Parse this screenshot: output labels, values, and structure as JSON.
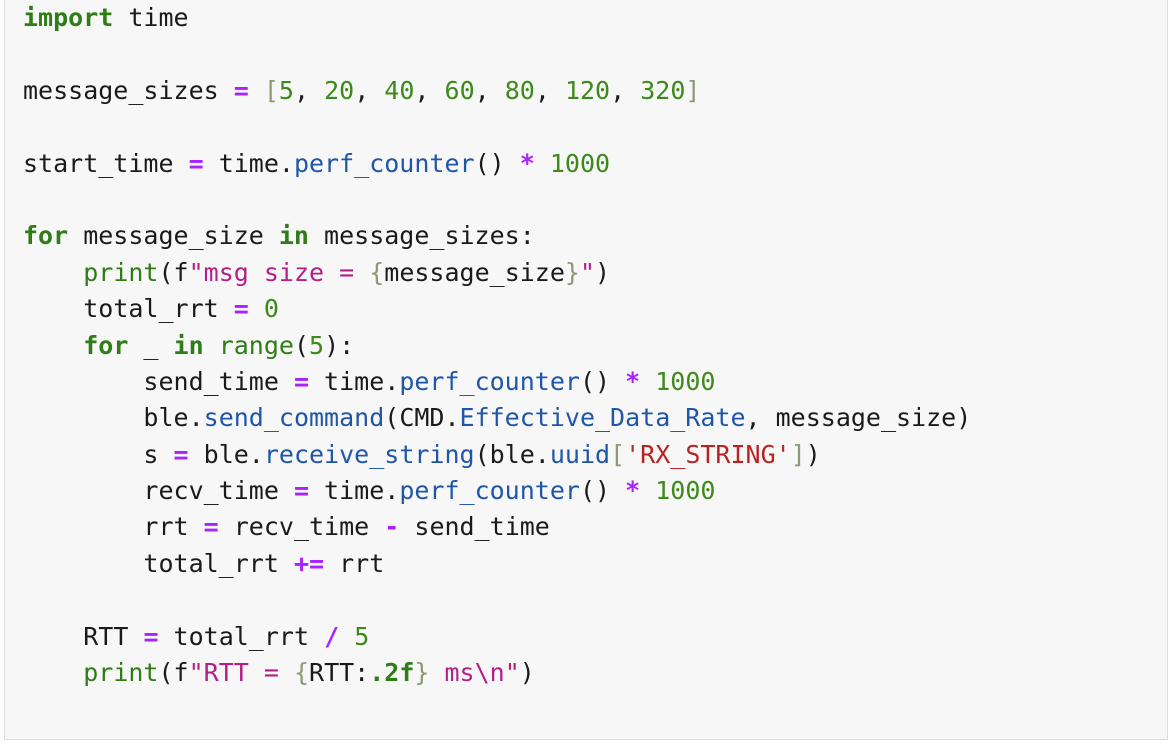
{
  "code": {
    "l1": {
      "kw": "import",
      "mod": " time"
    },
    "l2": {
      "var": "message_sizes ",
      "op": "=",
      "sp": " ",
      "lb": "[",
      "n1": "5",
      "c1": ", ",
      "n2": "20",
      "c2": ", ",
      "n3": "40",
      "c3": ", ",
      "n4": "60",
      "c4": ", ",
      "n5": "80",
      "c5": ", ",
      "n6": "120",
      "c6": ", ",
      "n7": "320",
      "rb": "]"
    },
    "l3": {
      "var": "start_time ",
      "op": "=",
      "obj": " time.",
      "fn": "perf_counter",
      "par": "() ",
      "mul": "*",
      "sp": " ",
      "num": "1000"
    },
    "l4": {
      "kw1": "for",
      "var": " message_size ",
      "kw2": "in",
      "rest": " message_sizes:"
    },
    "l5": {
      "ind": "    ",
      "fn": "print",
      "p1": "(f",
      "s1": "\"msg size = ",
      "lb": "{",
      "var": "message_size",
      "rb": "}",
      "s2": "\"",
      "p2": ")"
    },
    "l6": {
      "ind": "    ",
      "var": "total_rrt ",
      "op": "=",
      "sp": " ",
      "num": "0"
    },
    "l7": {
      "ind": "    ",
      "kw1": "for",
      "var": " _ ",
      "kw2": "in",
      "sp": " ",
      "fn": "range",
      "p1": "(",
      "num": "5",
      "p2": "):"
    },
    "l8": {
      "ind": "        ",
      "var": "send_time ",
      "op": "=",
      "obj": " time.",
      "fn": "perf_counter",
      "par": "() ",
      "mul": "*",
      "sp": " ",
      "num": "1000"
    },
    "l9": {
      "ind": "        ",
      "obj": "ble.",
      "fn": "send_command",
      "p1": "(CMD.",
      "attr": "Effective_Data_Rate",
      "rest": ", message_size)"
    },
    "l10": {
      "ind": "        ",
      "var": "s ",
      "op": "=",
      "obj": " ble.",
      "fn": "receive_string",
      "p1": "(ble.",
      "attr": "uuid",
      "lb": "[",
      "str": "'RX_STRING'",
      "rb": "]",
      "p2": ")"
    },
    "l11": {
      "ind": "        ",
      "var": "recv_time ",
      "op": "=",
      "obj": " time.",
      "fn": "perf_counter",
      "par": "() ",
      "mul": "*",
      "sp": " ",
      "num": "1000"
    },
    "l12": {
      "ind": "        ",
      "var": "rrt ",
      "op": "=",
      "v2": " recv_time ",
      "minus": "-",
      "v3": " send_time"
    },
    "l13": {
      "ind": "        ",
      "var": "total_rrt ",
      "op": "+=",
      "rest": " rrt"
    },
    "l14": {
      "ind": "    ",
      "var": "RTT ",
      "op": "=",
      "v2": " total_rrt ",
      "div": "/",
      "sp": " ",
      "num": "5"
    },
    "l15": {
      "ind": "    ",
      "fn": "print",
      "p1": "(f",
      "s1": "\"RTT = ",
      "lb": "{",
      "var": "RTT:",
      "fmt": ".2f",
      "rb": "}",
      "s2": " ms\\n\"",
      "p2": ")"
    }
  }
}
